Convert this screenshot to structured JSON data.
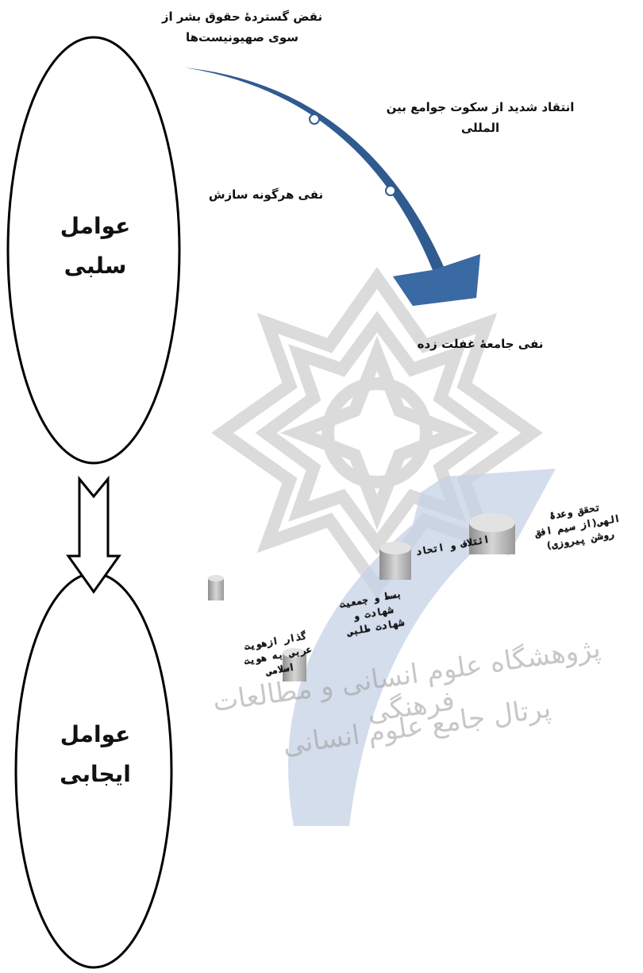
{
  "negative": {
    "title_line1": "عوامل",
    "title_line2": "سلبی",
    "items": [
      {
        "line1": "نقض گستردۀ حقوق بشر از",
        "line2": "سوی صهیونیست‌ها"
      },
      {
        "line1": "انتقاد شدید از سکوت جوامع بین",
        "line2": "المللی"
      },
      {
        "line1": "نفی هرگونه سازش",
        "line2": ""
      },
      {
        "line1": "نفی جامعۀ غفلت زده",
        "line2": ""
      }
    ]
  },
  "positive": {
    "title_line1": "عوامل",
    "title_line2": "ایجابی",
    "steps": [
      {
        "line1": "گذار ازهویت",
        "line2": "عربی به هویت",
        "line3": "اسلامی"
      },
      {
        "line1": "بسط و جمعیت",
        "line2": "شهادت و",
        "line3": "شهادت طلبی"
      },
      {
        "line1": "ائتلاف و اتحاد",
        "line2": "",
        "line3": ""
      },
      {
        "line1": "تحقق وعدۀ",
        "line2": "الهی(از سیم افق",
        "line3": "روشن پیروزی)"
      }
    ]
  },
  "watermark": {
    "line1": "پژوهشگاه علوم انسانی و مطالعات فرهنگی",
    "line2": "پرتال جامع علوم انسانی"
  },
  "colors": {
    "negative_arrow": "#2f5b90",
    "positive_arrow": "#c5d2e6",
    "step_shape": "#b8b8b8",
    "ellipse_stroke": "#000000"
  }
}
